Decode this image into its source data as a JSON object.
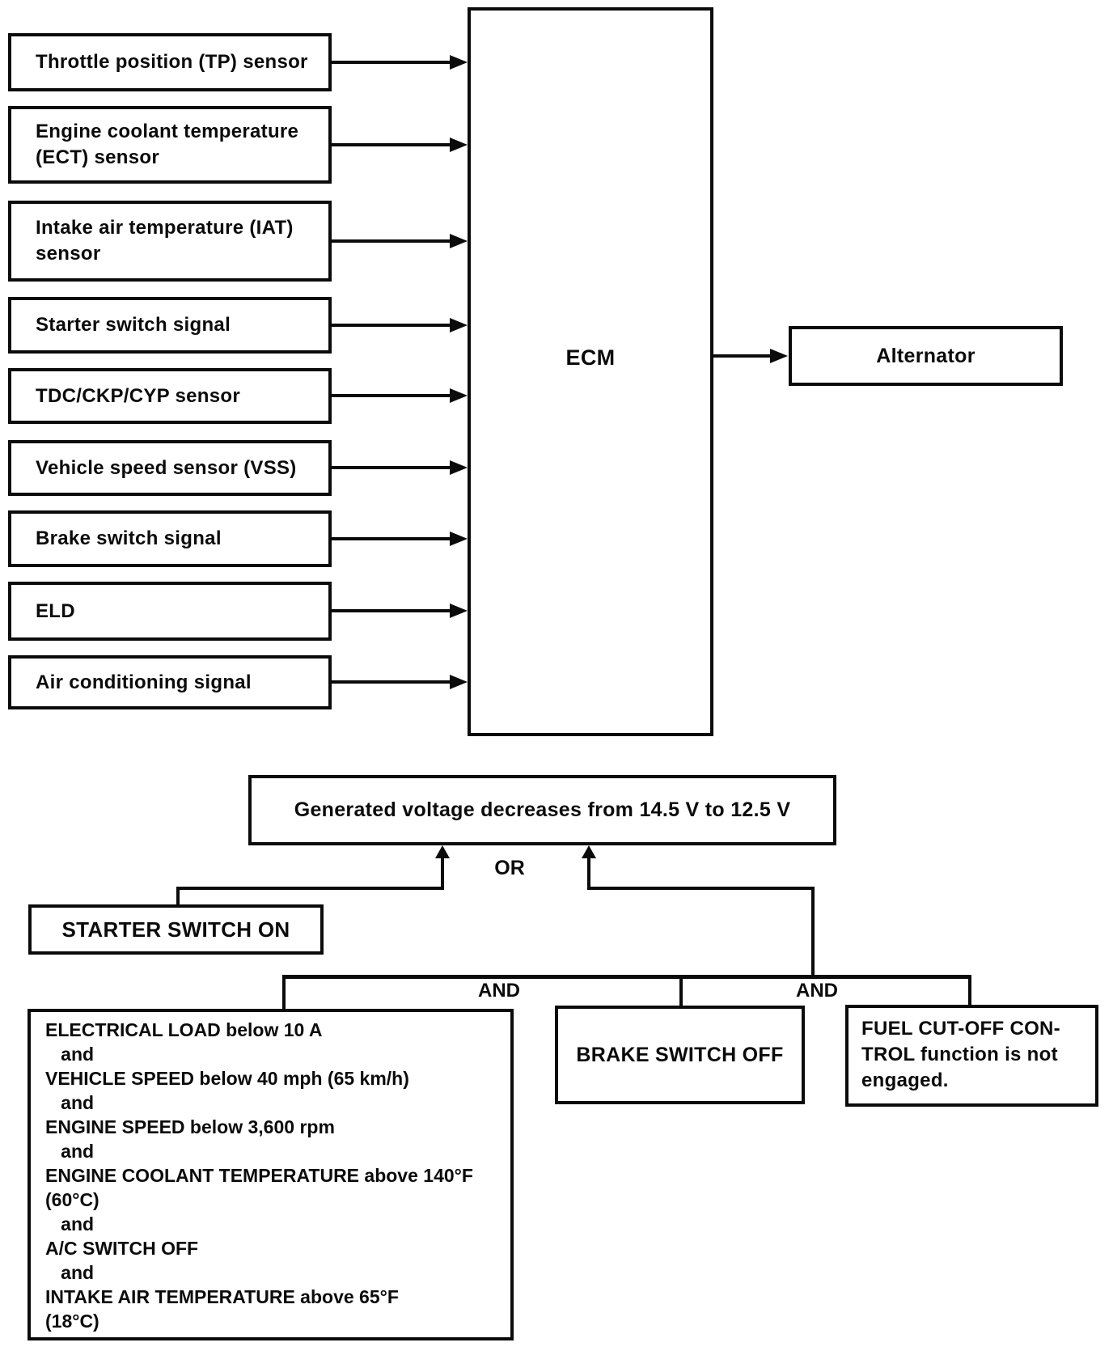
{
  "page": {
    "background": "#ffffff",
    "ink": "#0b0b0b"
  },
  "ecm": {
    "label": "ECM"
  },
  "alternator": {
    "label": "Alternator"
  },
  "inputs": [
    {
      "label": "Throttle position (TP) sensor"
    },
    {
      "label": "Engine coolant temperature\n(ECT) sensor"
    },
    {
      "label": "Intake air temperature (IAT)\nsensor"
    },
    {
      "label": "Starter switch signal"
    },
    {
      "label": "TDC/CKP/CYP sensor"
    },
    {
      "label": "Vehicle speed sensor (VSS)"
    },
    {
      "label": "Brake switch signal"
    },
    {
      "label": "ELD"
    },
    {
      "label": "Air conditioning signal"
    }
  ],
  "logic": {
    "result": "Generated voltage decreases from 14.5 V to 12.5 V",
    "or_label": "OR",
    "and_left": "AND",
    "and_right": "AND",
    "starter": "STARTER SWITCH ON",
    "conditions": [
      "ELECTRICAL LOAD below 10 A",
      "   and",
      "VEHICLE SPEED below 40 mph (65 km/h)",
      "   and",
      "ENGINE SPEED below 3,600 rpm",
      "   and",
      "ENGINE COOLANT TEMPERATURE above 140°F",
      "(60°C)",
      "   and",
      "A/C SWITCH OFF",
      "   and",
      "INTAKE AIR TEMPERATURE above 65°F",
      "(18°C)"
    ],
    "brake": "BRAKE SWITCH OFF",
    "fuel": "FUEL CUT-OFF CON-\nTROL function is not\nengaged."
  }
}
